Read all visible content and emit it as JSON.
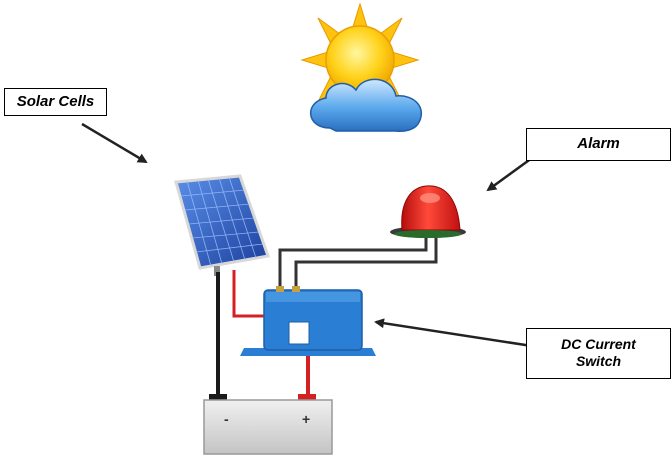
{
  "labels": {
    "solar_cells": "Solar Cells",
    "alarm": "Alarm",
    "dc_switch_line1": "DC Current",
    "dc_switch_line2": "Switch"
  },
  "battery": {
    "negative": "-",
    "positive": "+"
  },
  "colors": {
    "sun": "#f5c400",
    "cloud": "#4a9be0",
    "alarm_light": "#e8201a",
    "switch_body": "#2a7fd4",
    "solar_panel": "#2a5fc8",
    "wire_red": "#d42020",
    "wire_black": "#1a1a1a",
    "battery": "#d8d8d8"
  }
}
